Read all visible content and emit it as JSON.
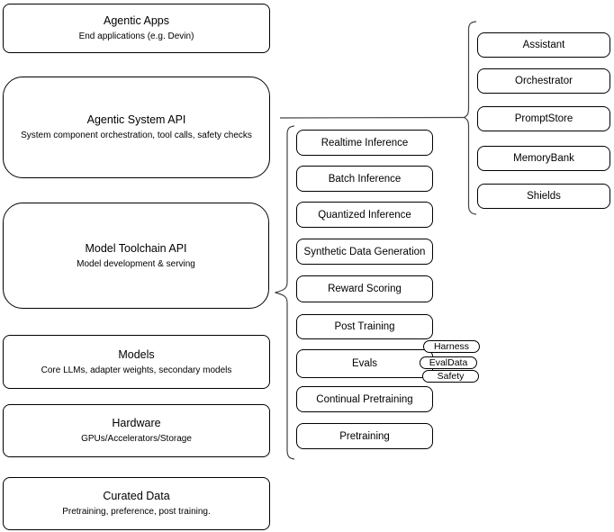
{
  "diagram_title": "Agentic AI stack diagram",
  "colors": {
    "background": "#ffffff",
    "node_fill": "#ffffff",
    "node_border": "#000000",
    "edge_stroke": "#444444",
    "text": "#000000"
  },
  "stack": {
    "boxes": [
      {
        "title": "Agentic Apps",
        "subtitle": "End applications (e.g. Devin)"
      },
      {
        "title": "Agentic System API",
        "subtitle": "System component orchestration, tool calls, safety checks"
      },
      {
        "title": "Model Toolchain API",
        "subtitle": "Model development & serving"
      },
      {
        "title": "Models",
        "subtitle": "Core LLMs, adapter weights, secondary models"
      },
      {
        "title": "Hardware",
        "subtitle": "GPUs/Accelerators/Storage"
      },
      {
        "title": "Curated Data",
        "subtitle": "Pretraining, preference, post training."
      }
    ]
  },
  "toolchain_group": {
    "items": [
      "Realtime Inference",
      "Batch Inference",
      "Quantized Inference",
      "Synthetic Data Generation",
      "Reward Scoring",
      "Post Training",
      "Evals",
      "Continual Pretraining",
      "Pretraining"
    ],
    "evals_badges": [
      "Harness",
      "EvalData",
      "Safety"
    ]
  },
  "system_group": {
    "items": [
      "Assistant",
      "Orchestrator",
      "PromptStore",
      "MemoryBank",
      "Shields"
    ]
  }
}
